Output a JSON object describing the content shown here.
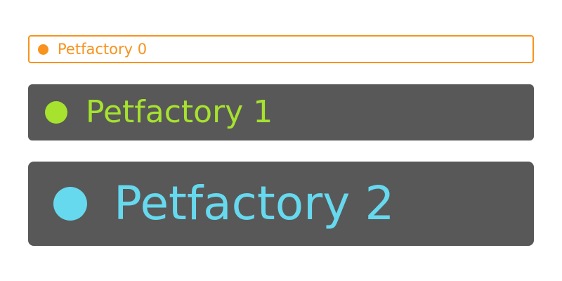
{
  "items": [
    {
      "label": "Petfactory 0",
      "color": "#f7931e",
      "background": "#ffffff",
      "border": "#f7931e"
    },
    {
      "label": "Petfactory 1",
      "color": "#a6e22e",
      "background": "#585858",
      "border": ""
    },
    {
      "label": "Petfactory 2",
      "color": "#66d9ef",
      "background": "#585858",
      "border": ""
    }
  ]
}
